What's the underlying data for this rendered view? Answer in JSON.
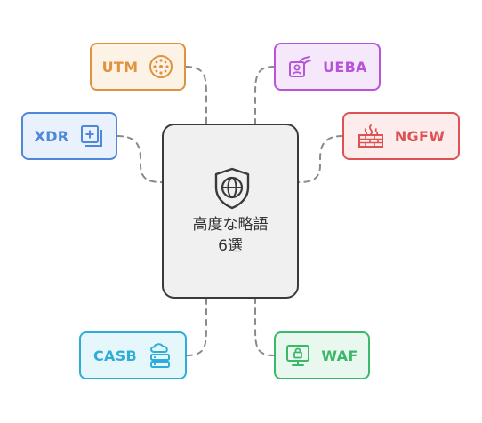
{
  "center": {
    "title_line1": "高度な略語",
    "title_line2": "6選",
    "icon": "shield-globe-icon"
  },
  "nodes": [
    {
      "id": "utm",
      "label": "UTM",
      "icon": "network-dots-icon",
      "color": "#e0933c"
    },
    {
      "id": "ueba",
      "label": "UEBA",
      "icon": "user-badge-icon",
      "color": "#b854da"
    },
    {
      "id": "xdr",
      "label": "XDR",
      "icon": "add-layers-icon",
      "color": "#4f87d9"
    },
    {
      "id": "ngfw",
      "label": "NGFW",
      "icon": "firewall-icon",
      "color": "#dd5252"
    },
    {
      "id": "casb",
      "label": "CASB",
      "icon": "cloud-server-icon",
      "color": "#2eaed6"
    },
    {
      "id": "waf",
      "label": "WAF",
      "icon": "secure-monitor-icon",
      "color": "#3cb86a"
    }
  ]
}
